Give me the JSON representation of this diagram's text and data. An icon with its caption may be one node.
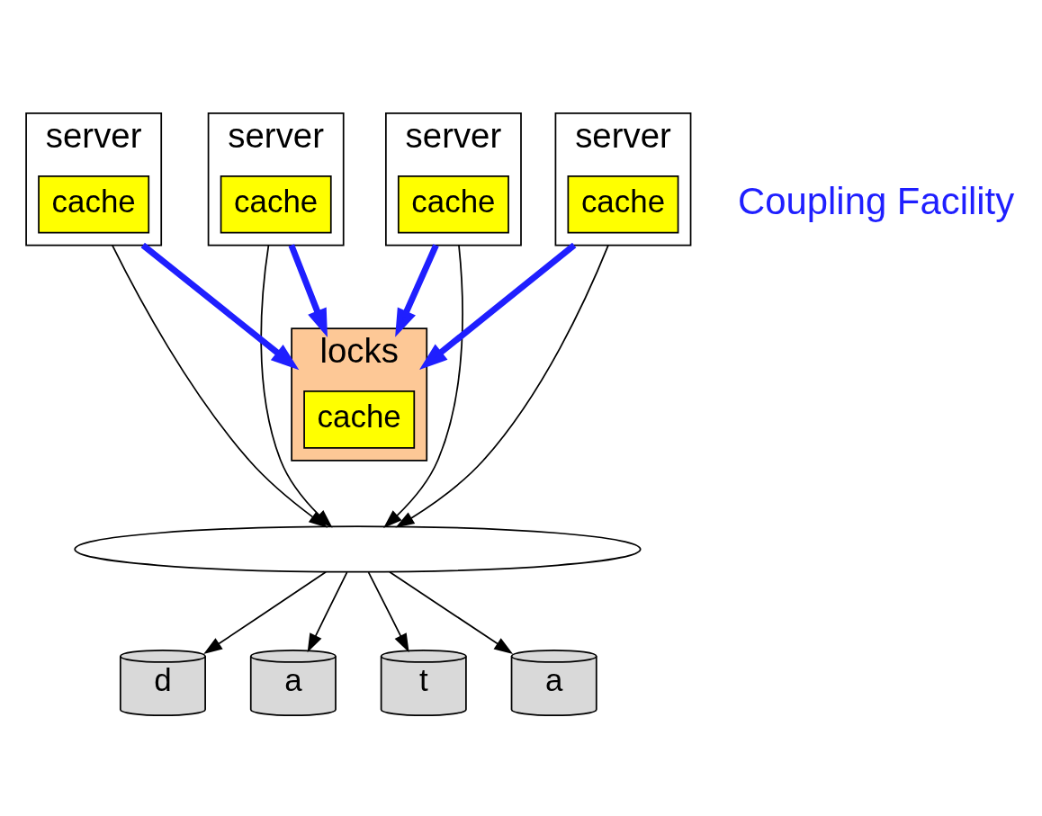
{
  "diagram": {
    "nodes": [
      {
        "text": [
          "server"
        ]
      },
      {
        "text": [
          "cache"
        ],
        "in": 0
      },
      {
        "text": [
          "server"
        ]
      },
      {
        "text": [
          "cache"
        ],
        "in": 2
      },
      {
        "text": [
          "server"
        ]
      },
      {
        "text": [
          "cache"
        ],
        "in": 4
      },
      {
        "text": [
          "server"
        ]
      },
      {
        "text": [
          "cache"
        ],
        "in": 6
      },
      {
        "text": [
          "locks"
        ]
      },
      {
        "text": [
          "cache"
        ],
        "in": 8
      },
      {
        "text": [],
        "shape": "ellipse"
      },
      {
        "text": [
          "d"
        ]
      },
      {
        "text": [
          "a"
        ]
      },
      {
        "text": [
          "t"
        ]
      },
      {
        "text": [
          "a"
        ]
      }
    ],
    "edges": [
      {
        "from": 0,
        "to": 8,
        "arrow": "to",
        "style": "thick",
        "color": "#1f1fff"
      },
      {
        "from": 2,
        "to": 8,
        "arrow": "to",
        "style": "thick",
        "color": "#1f1fff"
      },
      {
        "from": 4,
        "to": 8,
        "arrow": "to",
        "style": "thick",
        "color": "#1f1fff"
      },
      {
        "from": 6,
        "to": 8,
        "arrow": "to",
        "style": "thick",
        "color": "#1f1fff"
      },
      {
        "from": 0,
        "to": 10,
        "arrow": "to"
      },
      {
        "from": 2,
        "to": 10,
        "arrow": "to"
      },
      {
        "from": 4,
        "to": 10,
        "arrow": "to"
      },
      {
        "from": 6,
        "to": 10,
        "arrow": "to"
      },
      {
        "from": 10,
        "to": 11,
        "arrow": "to"
      },
      {
        "from": 10,
        "to": 12,
        "arrow": "to"
      },
      {
        "from": 10,
        "to": 13,
        "arrow": "to"
      },
      {
        "from": 10,
        "to": 14,
        "arrow": "to"
      }
    ],
    "labels": [
      "Coupling Facility"
    ]
  }
}
